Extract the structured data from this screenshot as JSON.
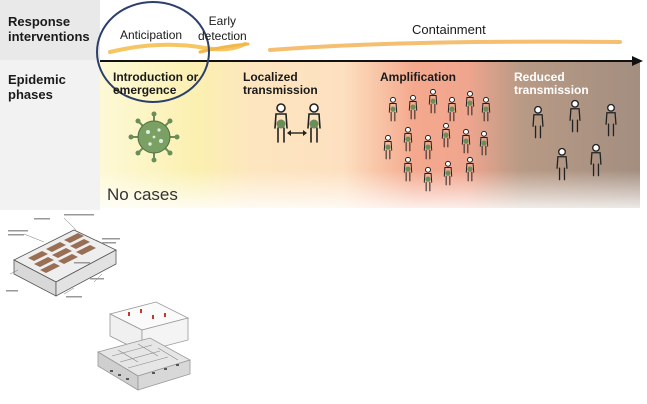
{
  "diagram": {
    "response_label": "Response\ninterventions",
    "epidemic_label": "Epidemic\nphases",
    "interventions": {
      "anticipation": "Anticipation",
      "early_detection": "Early\ndetection",
      "containment": "Containment"
    },
    "phases": [
      {
        "title": "Introduction or\nemergence",
        "color": "#1a1a1a"
      },
      {
        "title": "Localized\ntransmission",
        "color": "#1a1a1a"
      },
      {
        "title": "Amplification",
        "color": "#1a1a1a"
      },
      {
        "title": "Reduced\ntransmission",
        "color": "#ffffff"
      }
    ],
    "no_cases": "No cases"
  },
  "colors": {
    "circle": "#2b3f6a",
    "arrow": "#111111",
    "swoosh": "#f2b84b",
    "intro_bg": "#fbf4b5",
    "localized_bg": "#fde3b8",
    "amplification_bg": "#f3a88b",
    "reduced_bg": "#a08c80"
  },
  "icons": [
    "virus-icon",
    "person-icon",
    "building-diagram",
    "floor-plan-diagram"
  ]
}
